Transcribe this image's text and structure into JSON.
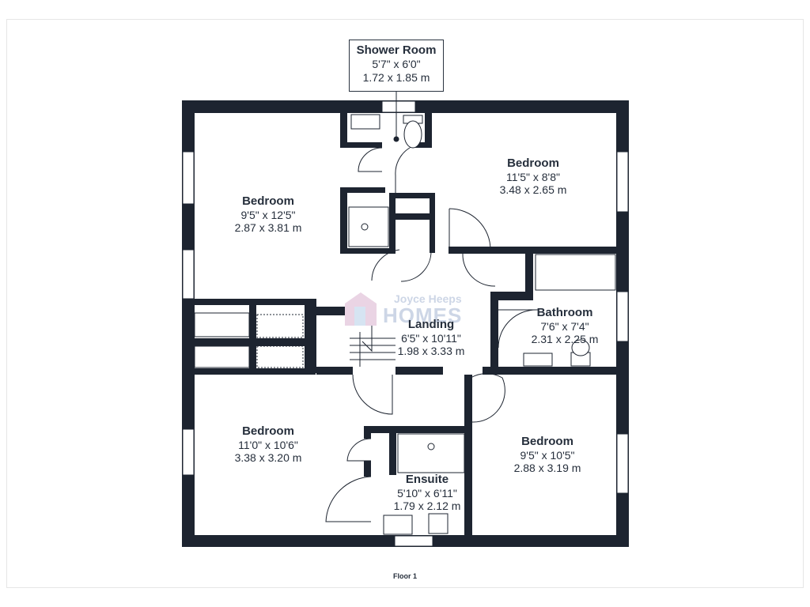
{
  "rooms": {
    "shower_room": {
      "name": "Shower Room",
      "imperial": "5'7\" x 6'0\"",
      "metric": "1.72 x 1.85 m"
    },
    "bedroom_top_left": {
      "name": "Bedroom",
      "imperial": "9'5\" x 12'5\"",
      "metric": "2.87 x 3.81 m"
    },
    "bedroom_top_right": {
      "name": "Bedroom",
      "imperial": "11'5\" x 8'8\"",
      "metric": "3.48 x 2.65 m"
    },
    "landing": {
      "name": "Landing",
      "imperial": "6'5\" x 10'11\"",
      "metric": "1.98 x 3.33 m"
    },
    "bathroom": {
      "name": "Bathroom",
      "imperial": "7'6\" x 7'4\"",
      "metric": "2.31 x 2.25 m"
    },
    "bedroom_bottom_left": {
      "name": "Bedroom",
      "imperial": "11'0\" x 10'6\"",
      "metric": "3.38 x 3.20 m"
    },
    "bedroom_bottom_right": {
      "name": "Bedroom",
      "imperial": "9'5\" x 10'5\"",
      "metric": "2.88 x 3.19 m"
    },
    "ensuite": {
      "name": "Ensuite",
      "imperial": "5'10\" x 6'11\"",
      "metric": "1.79 x 2.12 m"
    }
  },
  "floor_label": "Floor 1",
  "watermark": {
    "line1": "Joyce Heeps",
    "line2": "HOMES"
  },
  "colors": {
    "wall": "#1d2430",
    "fixture": "#8a94a3",
    "text": "#262f3c",
    "window": "#ffffff"
  }
}
